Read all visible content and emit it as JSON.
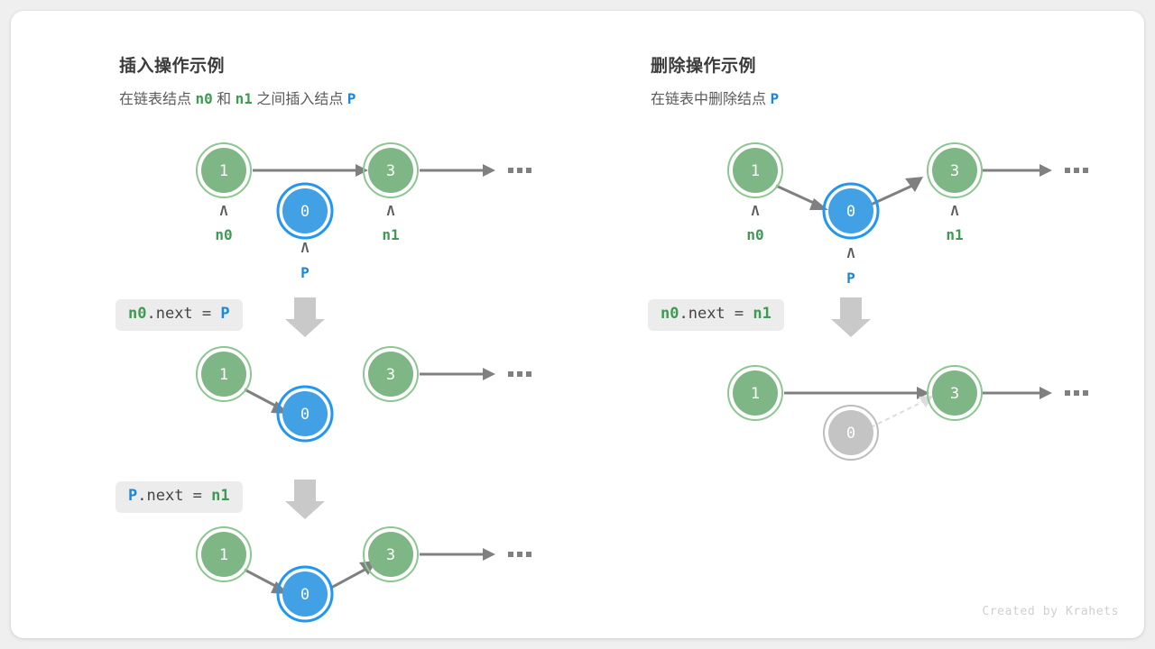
{
  "theme": {
    "page_bg": "#efefef",
    "card_bg": "#ffffff",
    "green_fill": "#7fb686",
    "green_ring": "#8cc690",
    "blue_fill": "#42a0e4",
    "blue_ring": "#2196f3",
    "gray_fill": "#c4c4c4",
    "gray_ring": "#bdbdbd",
    "arrow": "#808080",
    "label_green": "#3f9a52",
    "label_blue": "#1b87d8",
    "chip_bg": "#ececec"
  },
  "left_panel": {
    "title": "插入操作示例",
    "subtitle_parts": [
      {
        "text": "在链表结点 ",
        "style": "plain"
      },
      {
        "text": "n0",
        "style": "green"
      },
      {
        "text": " 和 ",
        "style": "plain"
      },
      {
        "text": "n1",
        "style": "green"
      },
      {
        "text": " 之间插入结点 ",
        "style": "plain"
      },
      {
        "text": "P",
        "style": "blue"
      }
    ],
    "steps": [
      {
        "code_parts": [
          {
            "text": "n0",
            "style": "green"
          },
          {
            "text": ".next = ",
            "style": "plain"
          },
          {
            "text": "P",
            "style": "blue"
          }
        ],
        "arrow_icon": "down-arrow-icon"
      },
      {
        "code_parts": [
          {
            "text": "P",
            "style": "blue"
          },
          {
            "text": ".next = ",
            "style": "plain"
          },
          {
            "text": "n1",
            "style": "green"
          }
        ],
        "arrow_icon": "down-arrow-icon"
      }
    ],
    "rows": [
      {
        "name": "initial-state",
        "nodes": [
          {
            "value": "1",
            "color": "green",
            "pointer": "n0",
            "pointer_color": "green"
          },
          {
            "value": "0",
            "color": "blue",
            "pointer": "P",
            "pointer_color": "blue"
          },
          {
            "value": "3",
            "color": "green",
            "pointer": "n1",
            "pointer_color": "green"
          }
        ],
        "ellipsis": "…"
      },
      {
        "name": "after-step-1",
        "nodes": [
          {
            "value": "1",
            "color": "green"
          },
          {
            "value": "0",
            "color": "blue"
          },
          {
            "value": "3",
            "color": "green"
          }
        ],
        "ellipsis": "…"
      },
      {
        "name": "after-step-2",
        "nodes": [
          {
            "value": "1",
            "color": "green"
          },
          {
            "value": "0",
            "color": "blue"
          },
          {
            "value": "3",
            "color": "green"
          }
        ],
        "ellipsis": "…"
      }
    ]
  },
  "right_panel": {
    "title": "删除操作示例",
    "subtitle_parts": [
      {
        "text": "在链表中删除结点 ",
        "style": "plain"
      },
      {
        "text": "P",
        "style": "blue"
      }
    ],
    "steps": [
      {
        "code_parts": [
          {
            "text": "n0",
            "style": "green"
          },
          {
            "text": ".next = ",
            "style": "plain"
          },
          {
            "text": "n1",
            "style": "green"
          }
        ],
        "arrow_icon": "down-arrow-icon"
      }
    ],
    "rows": [
      {
        "name": "initial-state",
        "nodes": [
          {
            "value": "1",
            "color": "green",
            "pointer": "n0",
            "pointer_color": "green"
          },
          {
            "value": "0",
            "color": "blue",
            "pointer": "P",
            "pointer_color": "blue"
          },
          {
            "value": "3",
            "color": "green",
            "pointer": "n1",
            "pointer_color": "green"
          }
        ],
        "ellipsis": "…"
      },
      {
        "name": "after-deletion",
        "nodes": [
          {
            "value": "1",
            "color": "green"
          },
          {
            "value": "0",
            "color": "gray"
          },
          {
            "value": "3",
            "color": "green"
          }
        ],
        "ellipsis": "…"
      }
    ]
  },
  "footer": {
    "credit": "Created by Krahets"
  }
}
